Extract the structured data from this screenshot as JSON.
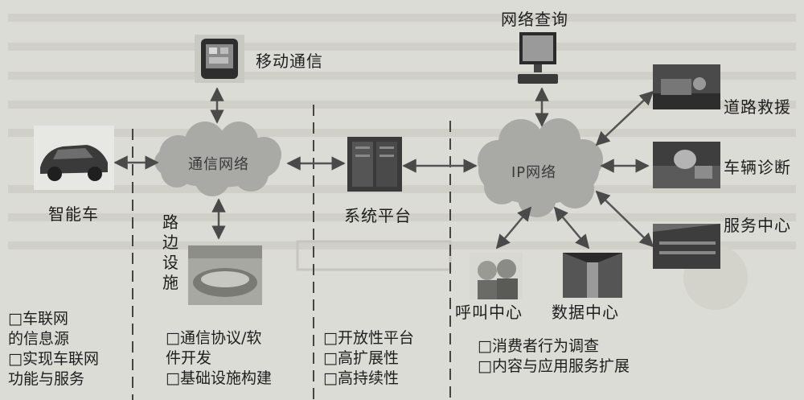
{
  "nodes": {
    "mobile": "移动通信",
    "network_query": "网络查询",
    "road_rescue": "道路救援",
    "vehicle_diag": "车辆诊断",
    "service_center": "服务中心",
    "smart_car": "智能车",
    "roadside": "路边设施",
    "system_platform": "系统平台",
    "call_center": "呼叫中心",
    "data_center": "数据中心",
    "comm_network": "通信网络",
    "ip_network": "IP网络"
  },
  "notes": {
    "col1": [
      "□车联网",
      "的信息源",
      "□实现车联网",
      "功能与服务"
    ],
    "col2": [
      "□通信协议/软",
      "件开发",
      "□基础设施构建"
    ],
    "col3": [
      "□开放性平台",
      "□高扩展性",
      "□高持续性"
    ],
    "col4": [
      "□消费者行为调查",
      "□内容与应用服务扩展"
    ]
  },
  "colors": {
    "cloud": "#a9a9a5",
    "arrow": "#555555",
    "background": "#dcdcd6"
  }
}
